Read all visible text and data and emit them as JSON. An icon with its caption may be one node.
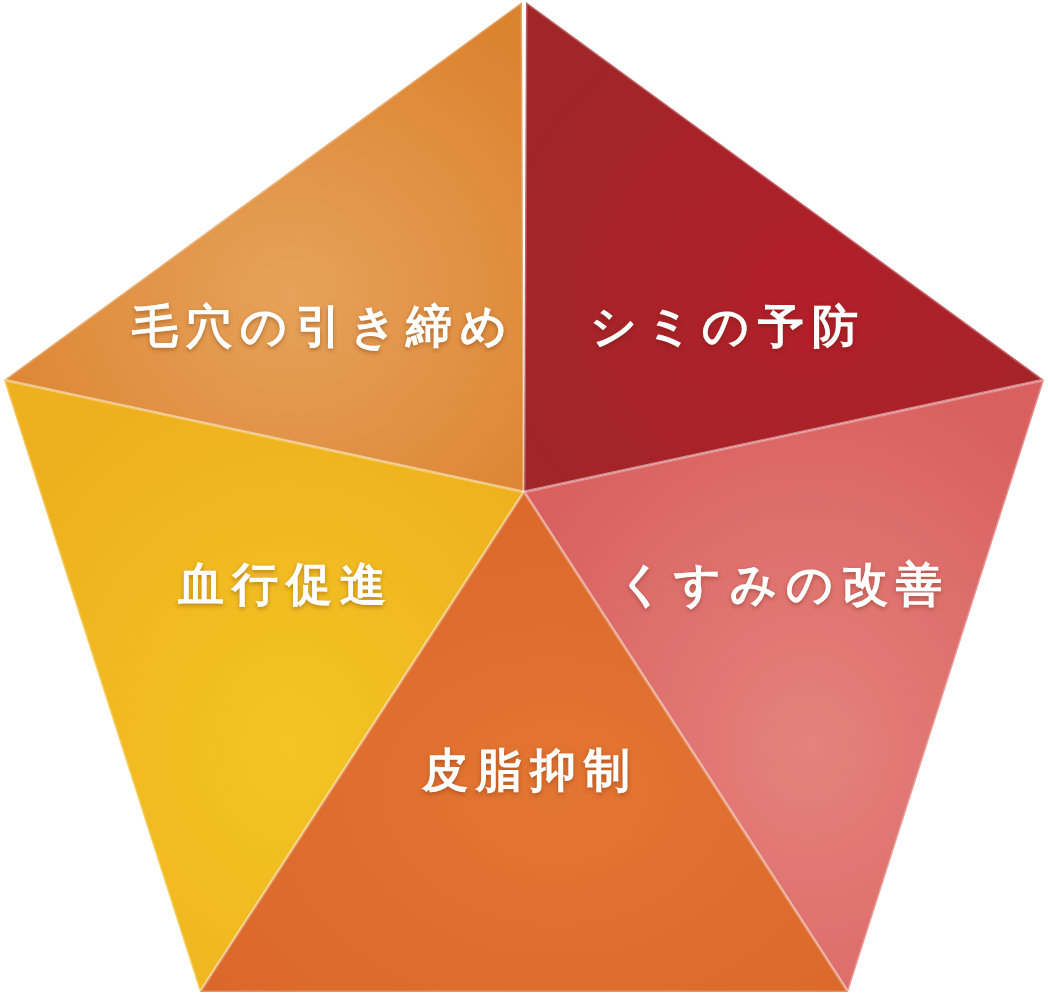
{
  "diagram": {
    "nodes": [
      {
        "text": [
          "毛穴の引き締め"
        ]
      },
      {
        "text": [
          "シミの予防"
        ]
      },
      {
        "text": [
          "血行促進"
        ]
      },
      {
        "text": [
          "くすみの改善"
        ]
      },
      {
        "text": [
          "皮脂抑制"
        ]
      }
    ]
  }
}
